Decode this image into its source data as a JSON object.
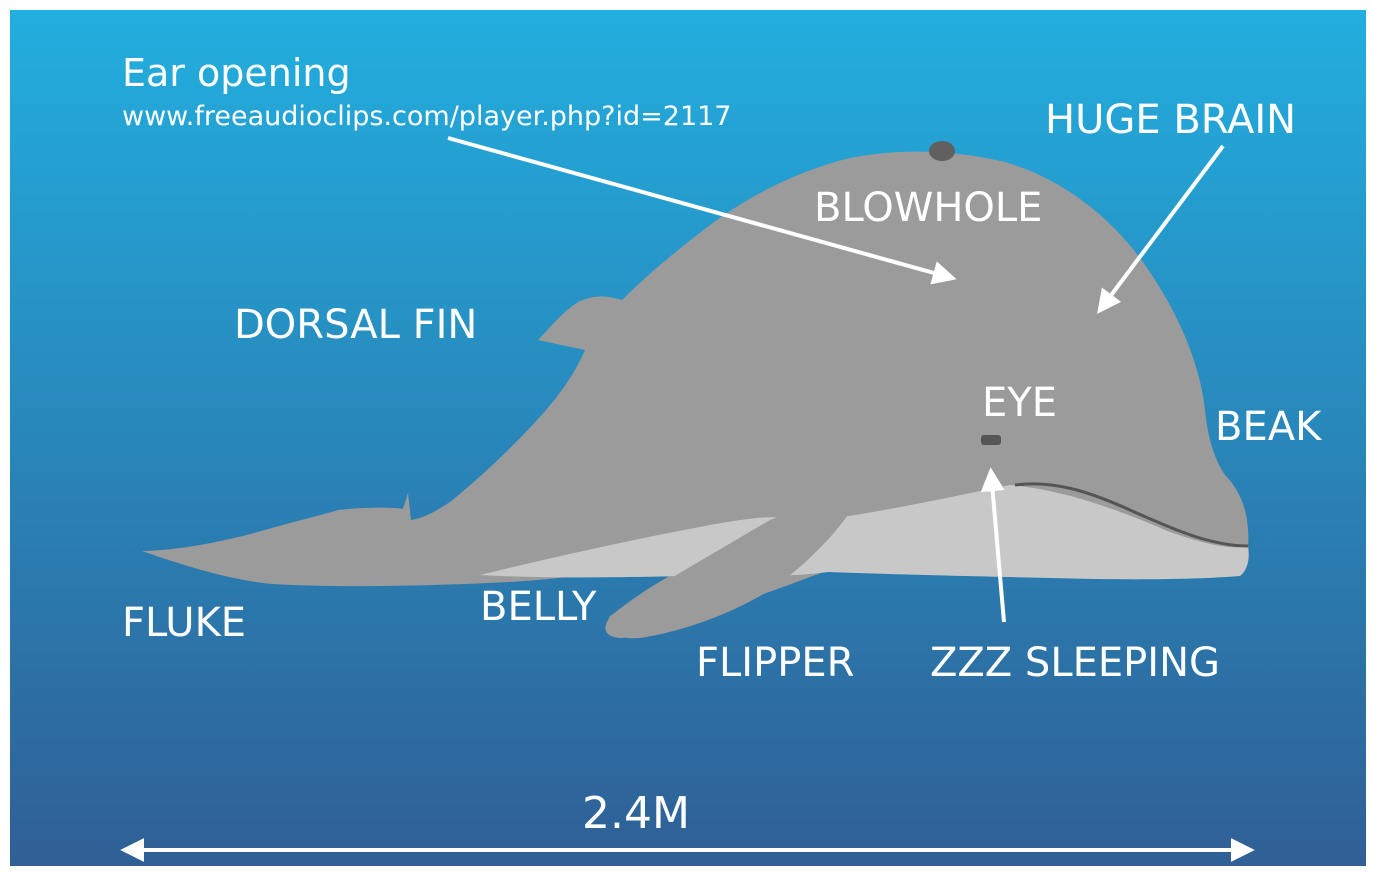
{
  "colors": {
    "water_top": "#22aedf",
    "water_bottom": "#2f5f95",
    "body": "#9b9b9b",
    "belly": "#c8c8c8",
    "label": "#ffffff"
  },
  "labels": {
    "ear_title": "Ear opening",
    "ear_url": "www.freeaudioclips.com/player.php?id=2117",
    "brain": "HUGE BRAIN",
    "blowhole": "BLOWHOLE",
    "dorsal_fin": "DORSAL FIN",
    "eye": "EYE",
    "beak": "BEAK",
    "fluke": "FLUKE",
    "belly": "BELLY",
    "flipper": "FLIPPER",
    "sleeping": "ZZZ SLEEPING",
    "length": "2.4M"
  }
}
